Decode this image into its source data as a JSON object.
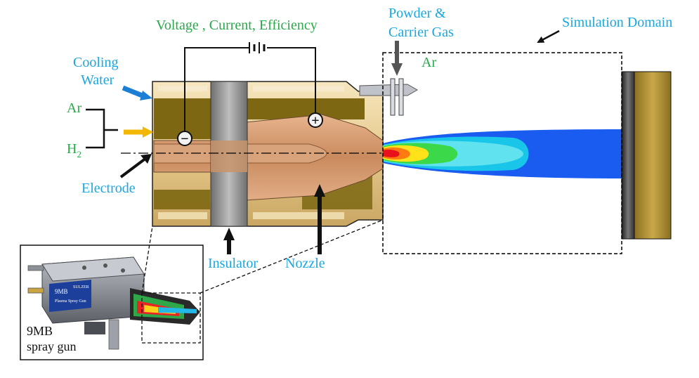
{
  "labels": {
    "voltage": "Voltage , Current, Efficiency",
    "cooling_water_1": "Cooling",
    "cooling_water_2": "Water",
    "ar_left": "Ar",
    "h2_main": "H",
    "h2_sub": "2",
    "electrode": "Electrode",
    "insulator": "Insulator",
    "nozzle": "Nozzle",
    "powder_1": "Powder  &",
    "powder_2": "Carrier Gas",
    "ar_right": "Ar",
    "simulation_domain": "Simulation Domain",
    "gun_1": "9MB",
    "gun_2": "spray gun",
    "gun_plate_1": "9MB",
    "gun_plate_2": "Plasma Spray Gun",
    "gun_brand": "SULZER",
    "minus": "−",
    "plus": "+"
  },
  "colors": {
    "blue_label": "#1aa7e0",
    "green_label": "#2aa84a",
    "copper": "#cd9368",
    "olive": "#7d6712",
    "brass": "#e9cf94",
    "insulator": "#8f8f8f",
    "substrate": "#b0922f"
  }
}
